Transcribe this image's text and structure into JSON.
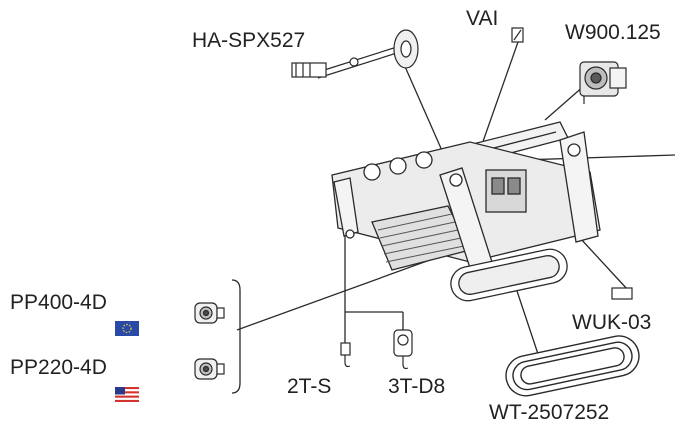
{
  "labels": {
    "winch": "HA-SPX527",
    "valve": "VAI",
    "winch_motor": "W900.125",
    "remote_control": "WUK-03",
    "track_belt": "WT-2507252",
    "power_pack_eu": "PP400-4D",
    "power_pack_us": "PP220-4D",
    "hook_single": "2T-S",
    "hook_block": "3T-D8"
  },
  "colors": {
    "line": "#2a2a2a",
    "machine_fill": "#f2f2f2",
    "machine_dark": "#3a3a3a",
    "eu_flag": "#2a4aa8",
    "eu_star": "#e8d24a",
    "us_red": "#d4332e",
    "us_blue": "#2a3a8a"
  },
  "flags": {
    "eu": "eu-flag",
    "us": "us-flag"
  }
}
